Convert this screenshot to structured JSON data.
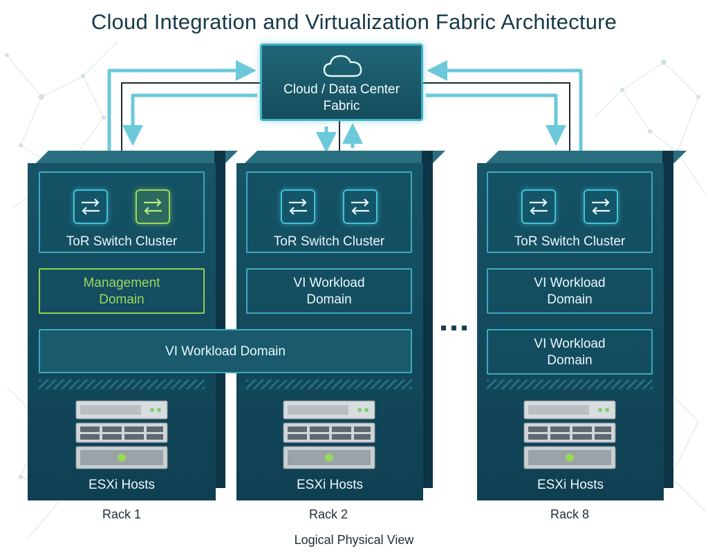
{
  "title": "Cloud Integration and Virtualization Fabric Architecture",
  "fabric": {
    "line1": "Cloud / Data Center",
    "line2": "Fabric",
    "icon": "cloud-icon"
  },
  "racks": [
    {
      "name": "Rack 1",
      "tor_label": "ToR Switch Cluster",
      "domain_top": {
        "line1": "Management",
        "line2": "Domain"
      },
      "hosts_label": "ESXi Hosts"
    },
    {
      "name": "Rack 2",
      "tor_label": "ToR Switch Cluster",
      "domain_top": {
        "line1": "VI Workload",
        "line2": "Domain"
      },
      "hosts_label": "ESXi Hosts"
    },
    {
      "name": "Rack 8",
      "tor_label": "ToR Switch Cluster",
      "domain_top": {
        "line1": "VI Workload",
        "line2": "Domain"
      },
      "domain_bottom": {
        "line1": "VI Workload",
        "line2": "Domain"
      },
      "hosts_label": "ESXi Hosts"
    }
  ],
  "spanning_domain": "VI Workload Domain",
  "ellipsis": "...",
  "footer": "Logical Physical View",
  "colors": {
    "rack": "#175468",
    "accent": "#3fb2c6",
    "management": "#9ad85d",
    "title": "#17394a"
  }
}
